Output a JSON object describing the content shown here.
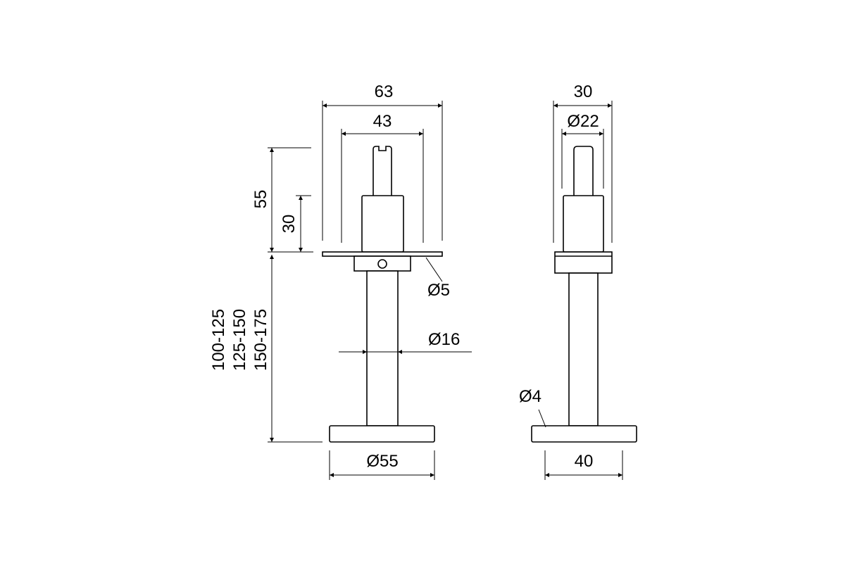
{
  "drawing": {
    "front_view": {
      "overall_width": "63",
      "inner_width": "43",
      "top_height": "55",
      "body_height": "30",
      "height_ranges": [
        "100-125",
        "125-150",
        "150-175"
      ],
      "hole_diameter": "Ø5",
      "tube_diameter": "Ø16",
      "base_diameter": "Ø55"
    },
    "side_view": {
      "overall_width": "30",
      "body_diameter": "Ø22",
      "chamfer_diameter": "Ø4",
      "base_width": "40"
    }
  }
}
